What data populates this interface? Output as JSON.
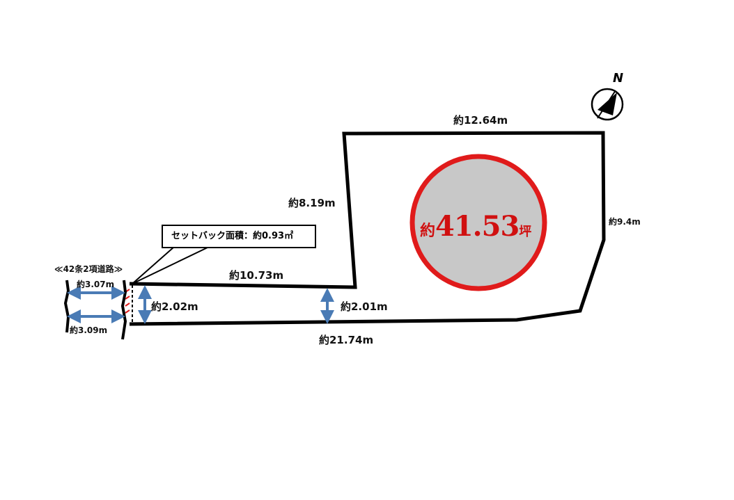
{
  "road_label": "≪42条2項道路≫",
  "setback_callout": "セットバック面積：約0.93㎡",
  "area": {
    "prefix": "約",
    "value": "41.53",
    "unit": "坪"
  },
  "north": "N",
  "dimensions": {
    "road_width_top": "約3.07m",
    "road_width_bottom": "約3.09m",
    "frontage": "約2.02m",
    "passage_width": "約2.01m",
    "passage_top": "約10.73m",
    "bottom": "約21.74m",
    "left_main": "約8.19m",
    "top": "約12.64m",
    "right": "約9.4m"
  },
  "colors": {
    "outline": "#000000",
    "area_circle_fill": "#c8c8c8",
    "area_circle_stroke": "#e01b1b",
    "area_text": "#d01010",
    "arrow": "#4a7bb5"
  }
}
